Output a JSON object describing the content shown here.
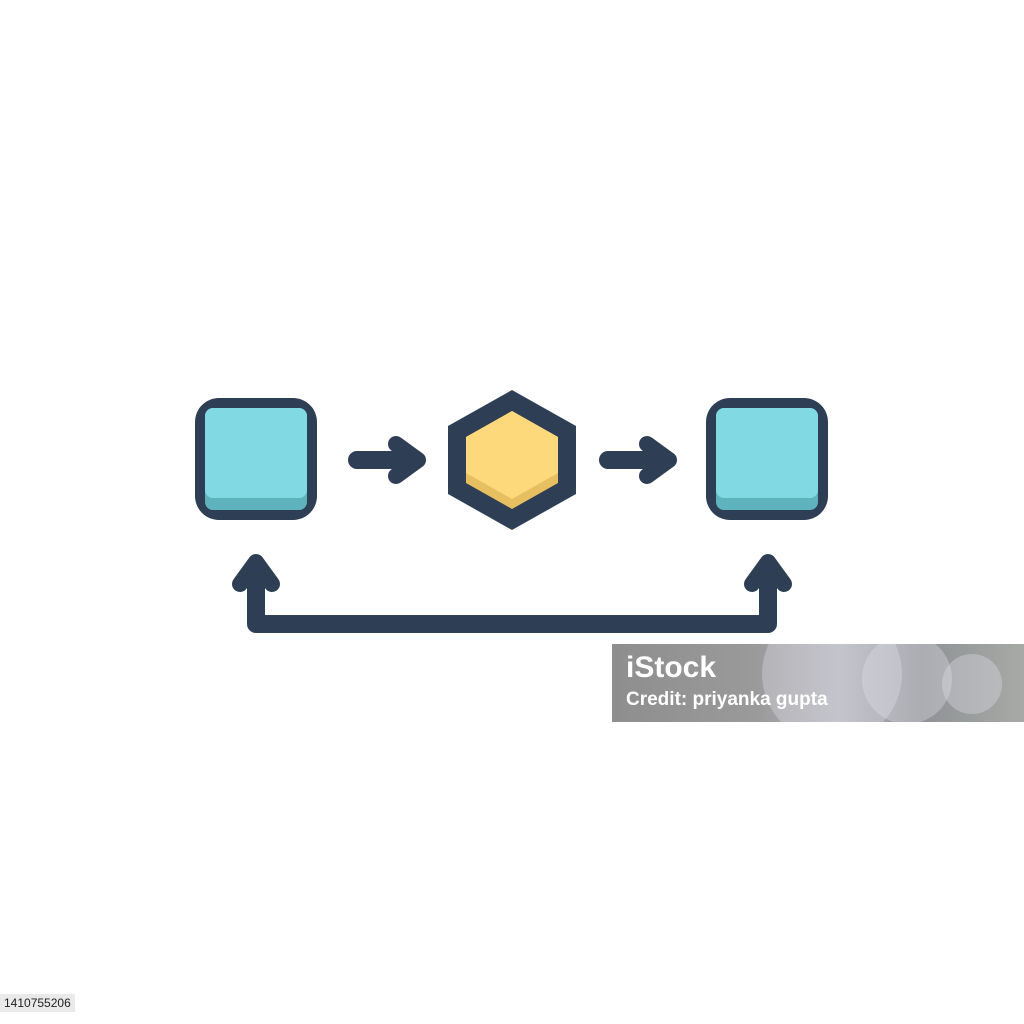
{
  "colors": {
    "outline": "#2e3f55",
    "square_fill": "#80d9e3",
    "square_shade": "#5fb3bd",
    "hexagon_fill": "#fdd97c",
    "hexagon_shade": "#e8bf60",
    "background": "#ffffff"
  },
  "diagram": {
    "nodes": [
      {
        "name": "source-square",
        "shape": "rounded-square"
      },
      {
        "name": "process-hexagon",
        "shape": "hexagon"
      },
      {
        "name": "target-square",
        "shape": "rounded-square"
      }
    ],
    "edges": [
      {
        "from": "source-square",
        "to": "process-hexagon",
        "icon": "arrow-right-icon"
      },
      {
        "from": "process-hexagon",
        "to": "target-square",
        "icon": "arrow-right-icon"
      },
      {
        "from": "feedback-line",
        "to": "source-square",
        "icon": "arrow-up-icon"
      },
      {
        "from": "feedback-line",
        "to": "target-square",
        "icon": "arrow-up-icon"
      }
    ]
  },
  "watermark": {
    "logo": "iStock",
    "credit": "Credit: priyanka gupta"
  },
  "stock_id": "1410755206"
}
